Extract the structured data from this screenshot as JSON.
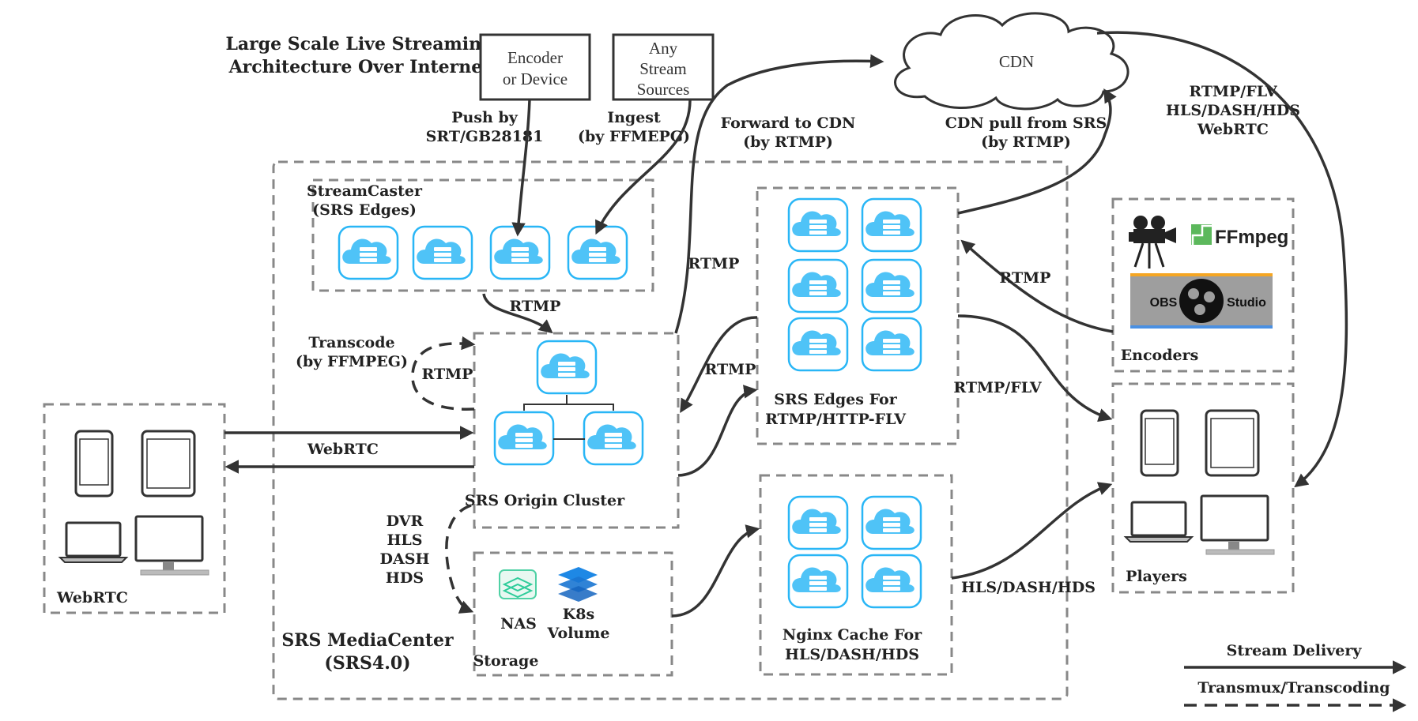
{
  "title": {
    "line1": "Large Scale Live Streaming",
    "line2": "Architecture Over Internet"
  },
  "sources": {
    "encoder": {
      "line1": "Encoder",
      "line2": "or Device"
    },
    "any": {
      "line1": "Any",
      "line2": "Stream",
      "line3": "Sources"
    }
  },
  "labels": {
    "push": {
      "line1": "Push by",
      "line2": "SRT/GB28181"
    },
    "ingest": {
      "line1": "Ingest",
      "line2": "(by FFMEPG)"
    },
    "forward": {
      "line1": "Forward to CDN",
      "line2": "(by RTMP)"
    },
    "cdn_pull": {
      "line1": "CDN pull from SRS",
      "line2": "(by RTMP)"
    },
    "cdn_out": {
      "line1": "RTMP/FLV",
      "line2": "HLS/DASH/HDS",
      "line3": "WebRTC"
    },
    "rtmp_streamcaster": "RTMP",
    "rtmp_up": "RTMP",
    "rtmp_edges_back": "RTMP",
    "rtmp_encoders": "RTMP",
    "rtmp_loop": "RTMP",
    "transcode": {
      "line1": "Transcode",
      "line2": "(by FFMPEG)"
    },
    "webrtc_link": "WebRTC",
    "dvr": {
      "l1": "DVR",
      "l2": "HLS",
      "l3": "DASH",
      "l4": "HDS"
    },
    "rtmp_flv": "RTMP/FLV",
    "hls_dash_hds": "HLS/DASH/HDS"
  },
  "cdn": "CDN",
  "streamcaster": {
    "line1": "StreamCaster",
    "line2": "(SRS Edges)"
  },
  "origin": "SRS Origin Cluster",
  "edges": {
    "line1": "SRS Edges For",
    "line2": "RTMP/HTTP-FLV"
  },
  "nginx": {
    "line1": "Nginx Cache For",
    "line2": "HLS/DASH/HDS"
  },
  "storage": {
    "title": "Storage",
    "nas": "NAS",
    "k8s_line1": "K8s",
    "k8s_line2": "Volume"
  },
  "mediacenter": {
    "line1": "SRS MediaCenter",
    "line2": "(SRS4.0)"
  },
  "webrtc_box": "WebRTC",
  "encoders": {
    "title": "Encoders",
    "ffmpeg": "FFmpeg",
    "obs_left": "OBS",
    "obs_right": "Studio"
  },
  "players": "Players",
  "legend": {
    "delivery": "Stream Delivery",
    "transmux": "Transmux/Transcoding"
  },
  "colors": {
    "server_accent": "#29b6f6",
    "server_fill": "#4fc3f7",
    "ffmpeg_green": "#5cb85c"
  }
}
